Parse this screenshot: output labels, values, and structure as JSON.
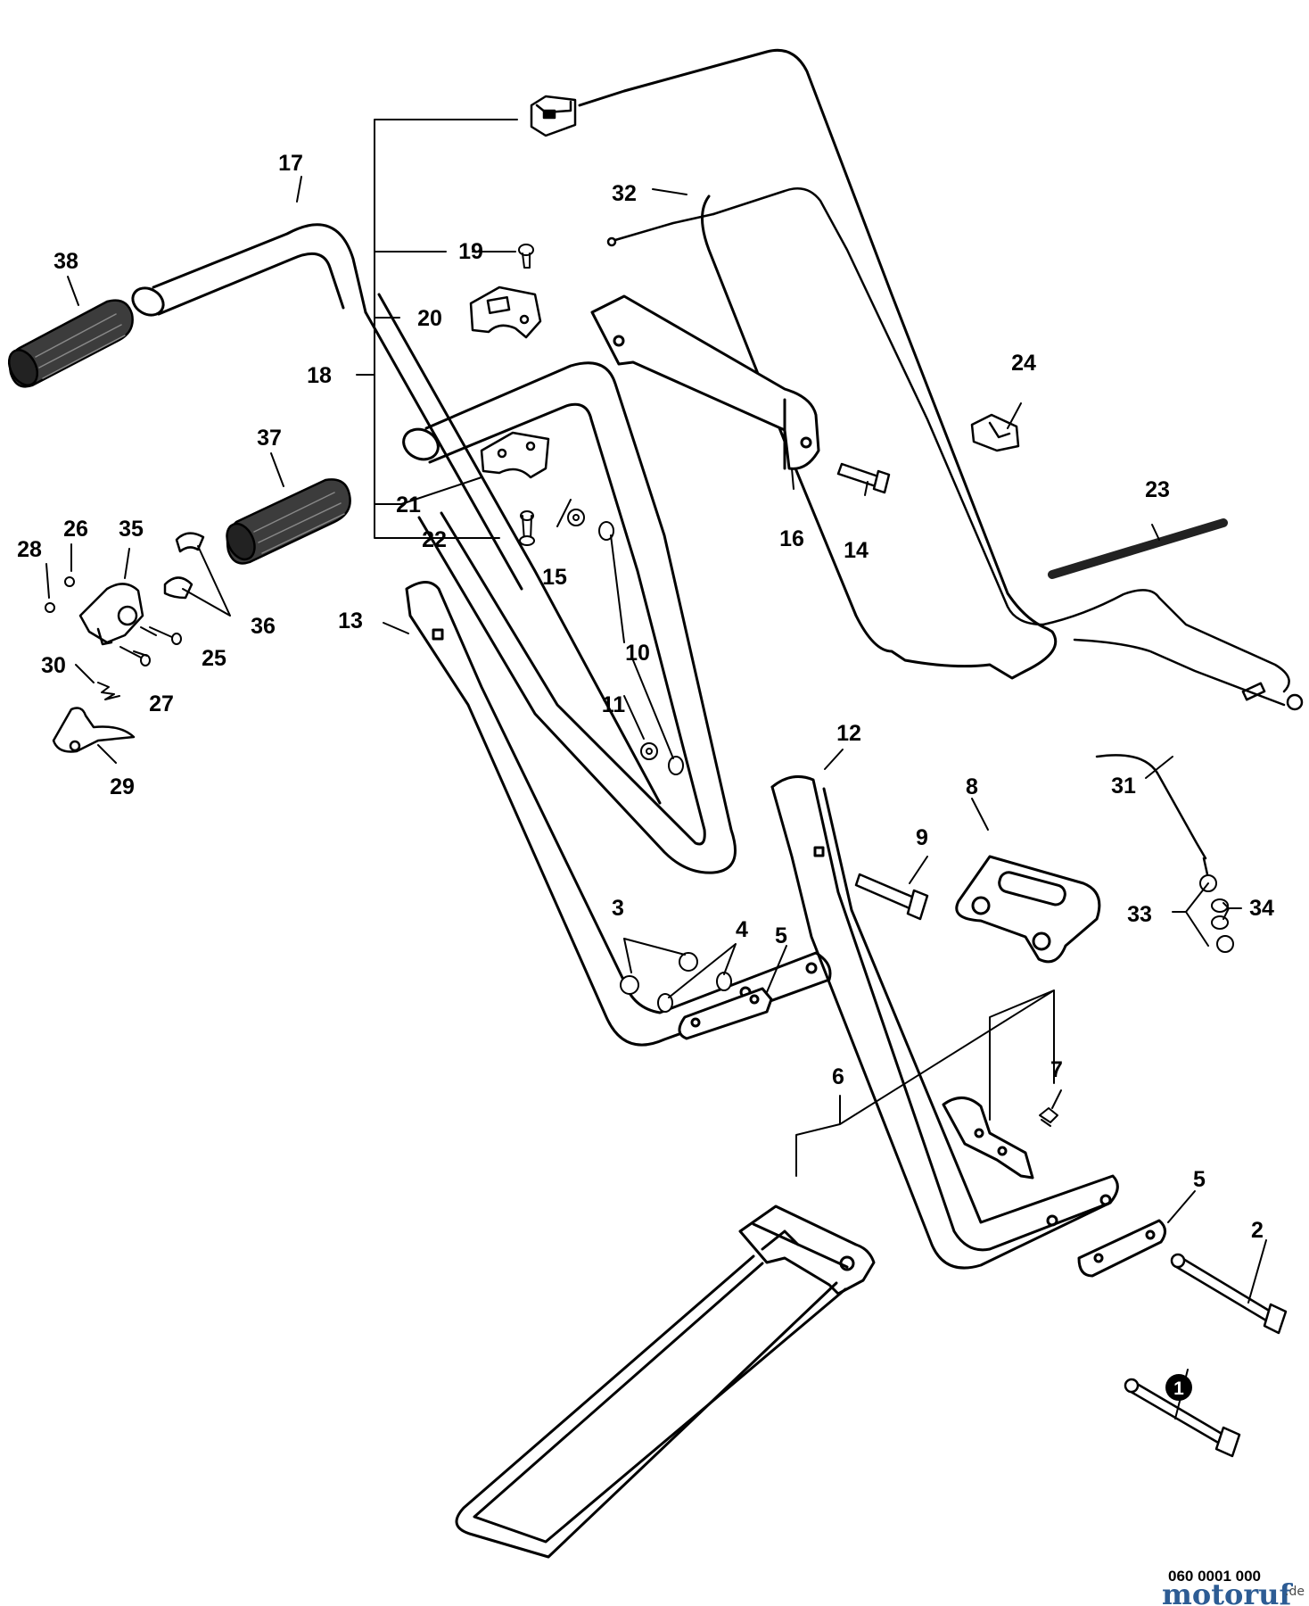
{
  "diagram": {
    "reference_code": "060 0001 000",
    "watermark": {
      "brand": "motoruf",
      "tld": ".de"
    },
    "callout_badge": "1",
    "part_labels": [
      "2",
      "3",
      "4",
      "5",
      "5",
      "6",
      "7",
      "8",
      "9",
      "10",
      "11",
      "12",
      "13",
      "14",
      "15",
      "16",
      "17",
      "18",
      "19",
      "20",
      "21",
      "22",
      "23",
      "24",
      "25",
      "26",
      "27",
      "28",
      "29",
      "30",
      "31",
      "32",
      "33",
      "34",
      "35",
      "36",
      "37",
      "38"
    ]
  },
  "colors": {
    "line": "#000000",
    "grip": "#3c3c3c",
    "watermark": "#2d5c94"
  },
  "icons": [
    "handle-tube-icon",
    "grip-icon",
    "cable-icon",
    "switch-icon",
    "bolt-icon",
    "nut-icon",
    "washer-icon",
    "bracket-icon",
    "kickstand-icon",
    "lever-icon",
    "spring-icon",
    "clip-icon"
  ]
}
